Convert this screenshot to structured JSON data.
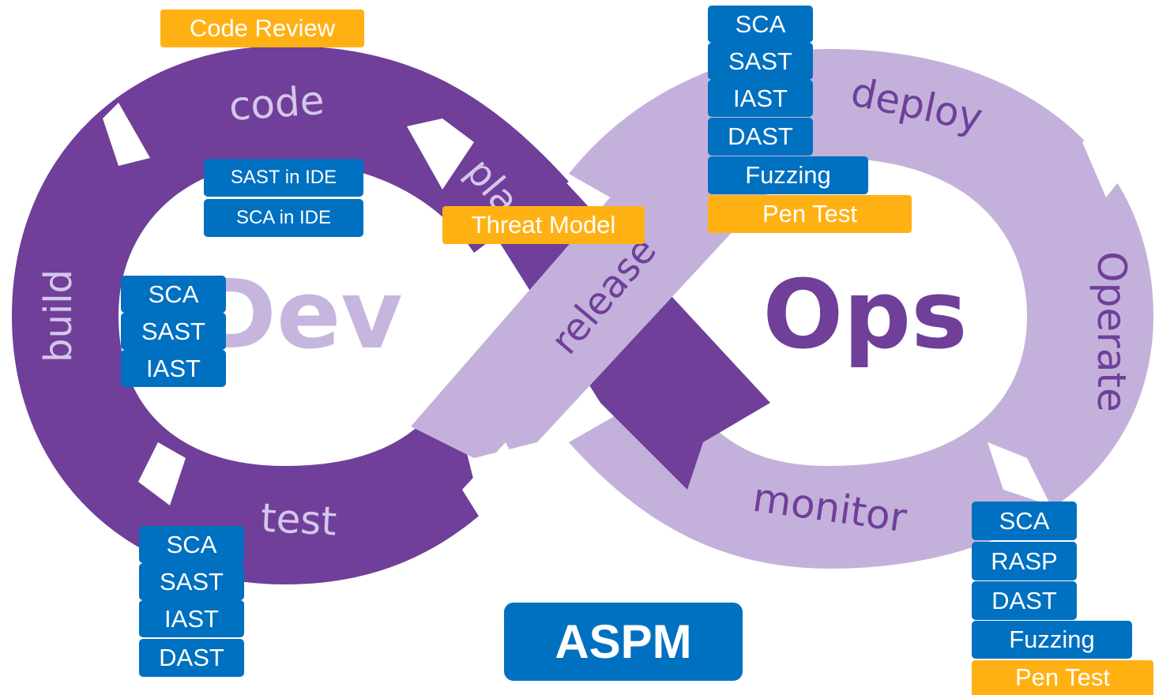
{
  "diagram": {
    "stages": {
      "code": "code",
      "plan": "plan",
      "build": "build",
      "test": "test",
      "release": "release",
      "deploy": "deploy",
      "operate": "Operate",
      "monitor": "monitor"
    },
    "dev_label": "Dev",
    "ops_label": "Ops",
    "colors": {
      "dev_loop": "#6f3f99",
      "ops_loop": "#c4b1db",
      "dev_text": "#c6b6de",
      "ops_text": "#6f3f99",
      "stage_text_dev": "#d5c6ea",
      "stage_text_ops": "#6f3f99",
      "blue_tag": "#0070c0",
      "orange_tag": "#ffb114"
    }
  },
  "tags": {
    "code_review": "Code Review",
    "sast_in_ide": "SAST in IDE",
    "sca_in_ide": "SCA in IDE",
    "threat_model": "Threat Model",
    "build": [
      "SCA",
      "SAST",
      "IAST"
    ],
    "test": [
      "SCA",
      "SAST",
      "IAST",
      "DAST"
    ],
    "release": [
      "SCA",
      "SAST",
      "IAST",
      "DAST"
    ],
    "release_fuzzing": "Fuzzing",
    "release_pentest": "Pen Test",
    "operate": [
      "SCA",
      "RASP",
      "DAST"
    ],
    "operate_fuzzing": "Fuzzing",
    "operate_pentest": "Pen Test"
  },
  "aspm": "ASPM"
}
